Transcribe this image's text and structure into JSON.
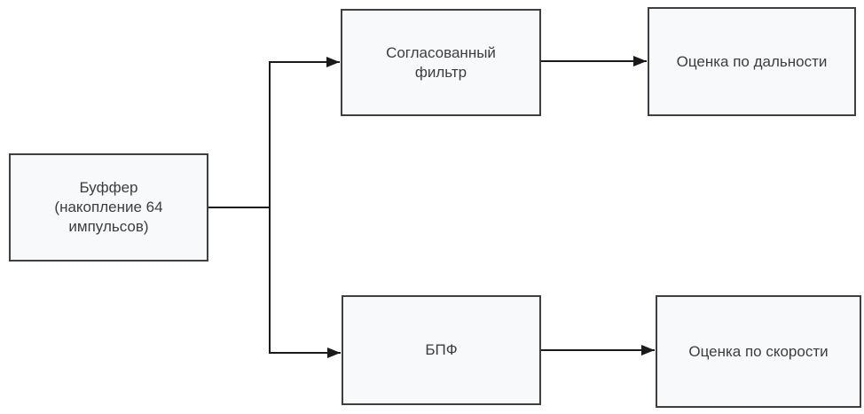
{
  "diagram": {
    "title": "",
    "nodes": {
      "buffer": {
        "label": "Буффер\n(накопление 64\nимпульсов)"
      },
      "matched_filter": {
        "label": "Согласованный\nфильтр"
      },
      "range_estimate": {
        "label": "Оценка по дальности"
      },
      "fft": {
        "label": "БПФ"
      },
      "speed_estimate": {
        "label": "Оценка по скорости"
      }
    },
    "edges": [
      {
        "from": "buffer",
        "to": "matched_filter",
        "arrow": true
      },
      {
        "from": "buffer",
        "to": "fft",
        "arrow": true
      },
      {
        "from": "matched_filter",
        "to": "range_estimate",
        "arrow": true
      },
      {
        "from": "fft",
        "to": "speed_estimate",
        "arrow": true
      }
    ],
    "colors": {
      "node_fill": "#f8f9fa",
      "node_border": "#3f3f3f",
      "edge": "#1a1a1a",
      "text": "#3d3d3d",
      "background": "#ffffff"
    }
  }
}
